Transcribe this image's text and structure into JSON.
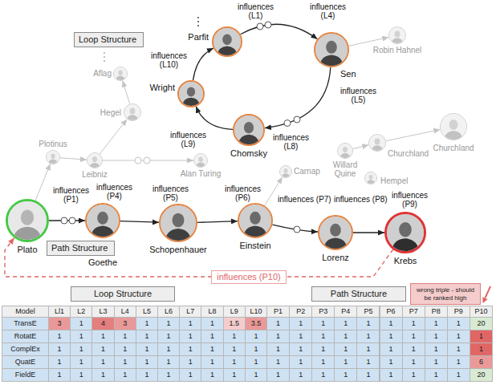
{
  "diagram": {
    "nodes": [
      {
        "text": [
          "Loop Structure"
        ]
      },
      {
        "text": [
          "Parfit"
        ]
      },
      {
        "text": [
          "Sen"
        ]
      },
      {
        "text": [
          "Robin Hahnel"
        ]
      },
      {
        "text": [
          "Aflag"
        ]
      },
      {
        "text": [
          "Wright"
        ]
      },
      {
        "text": [
          "Hegel"
        ]
      },
      {
        "text": [
          "Chomsky"
        ]
      },
      {
        "text": [
          "Churchland"
        ]
      },
      {
        "text": [
          "Churchland"
        ]
      },
      {
        "text": [
          "Willard Quine"
        ]
      },
      {
        "text": [
          "Plotinus"
        ]
      },
      {
        "text": [
          "Leibniz"
        ]
      },
      {
        "text": [
          "Alan Turing"
        ]
      },
      {
        "text": [
          "Carnap"
        ]
      },
      {
        "text": [
          "Hempel"
        ]
      },
      {
        "text": [
          "Plato"
        ]
      },
      {
        "text": [
          "Goethe"
        ]
      },
      {
        "text": [
          "Schopenhauer"
        ]
      },
      {
        "text": [
          "Einstein"
        ]
      },
      {
        "text": [
          "Lorenz"
        ]
      },
      {
        "text": [
          "Krebs"
        ]
      },
      {
        "text": [
          "Path Structure"
        ]
      },
      {
        "text": [
          "Loop Structure"
        ]
      },
      {
        "text": [
          "Path Structure"
        ]
      },
      {
        "text": [
          "wrong triple - should be ranked high"
        ]
      }
    ],
    "edges": [
      {
        "from": 1,
        "to": 2,
        "label": "influences (L1)",
        "arrow": "to"
      },
      {
        "from": 2,
        "to": 7,
        "label": "influences (L5)",
        "arrow": "to"
      },
      {
        "from": 7,
        "to": 5,
        "label": "influences (L9)",
        "arrow": "to"
      },
      {
        "from": 5,
        "to": 1,
        "label": "influences (L10)",
        "arrow": "to"
      },
      {
        "from": 16,
        "to": 17,
        "label": "influences (P1)",
        "arrow": "to"
      },
      {
        "from": 17,
        "to": 18,
        "label": "influences (P5)",
        "arrow": "to"
      },
      {
        "from": 18,
        "to": 19,
        "label": "influences (P6)",
        "arrow": "to"
      },
      {
        "from": 19,
        "to": 20,
        "label": "influences (P7)",
        "arrow": "to"
      },
      {
        "from": 20,
        "to": 21,
        "label": "influences (P9)",
        "arrow": "to"
      },
      {
        "from": 21,
        "to": 16,
        "label": "influences (P10)",
        "arrow": "to"
      },
      {
        "from": 2,
        "to": 3,
        "arrow": "to"
      },
      {
        "from": 16,
        "to": 11,
        "arrow": "to"
      },
      {
        "from": 11,
        "to": 12,
        "arrow": "to"
      },
      {
        "from": 12,
        "to": 6,
        "arrow": "to"
      },
      {
        "from": 6,
        "to": 4,
        "arrow": "to"
      },
      {
        "from": 12,
        "to": 13,
        "arrow": "to"
      },
      {
        "from": 10,
        "to": 9,
        "arrow": "to"
      },
      {
        "from": 9,
        "to": 8,
        "arrow": "to"
      },
      {
        "from": 19,
        "to": 14,
        "arrow": "to"
      }
    ],
    "labels": [
      "influences (L4)",
      "influences (L8)",
      "influences (P4)",
      "influences (P8)",
      "Model",
      "Ll1",
      "L2",
      "L3",
      "L4",
      "L5",
      "L6",
      "L7",
      "L8",
      "L9",
      "L10",
      "P1",
      "P2",
      "P3",
      "P4",
      "P5",
      "P6",
      "P7",
      "P8",
      "P9",
      "P10",
      "TransE",
      "3",
      "1",
      "4",
      "3",
      "1",
      "1",
      "1",
      "1",
      "1.5",
      "3.5",
      "1",
      "1",
      "1",
      "1",
      "1",
      "1",
      "1",
      "1",
      "1",
      "20",
      "RotatE",
      "1",
      "1",
      "1",
      "1",
      "1",
      "1",
      "1",
      "1",
      "1",
      "1",
      "1",
      "1",
      "1",
      "1",
      "1",
      "1",
      "1",
      "1",
      "1",
      "1",
      "ComplEx",
      "1",
      "1",
      "1",
      "1",
      "1",
      "1",
      "1",
      "1",
      "1",
      "1",
      "1",
      "1",
      "1",
      "1",
      "1",
      "1",
      "1",
      "1",
      "1",
      "1",
      "QuatE",
      "1",
      "1",
      "1",
      "1",
      "1",
      "1",
      "1",
      "1",
      "1",
      "1",
      "1",
      "1",
      "1",
      "1",
      "1",
      "1",
      "1",
      "1",
      "1",
      "6",
      "FieldE",
      "1",
      "1",
      "1",
      "1",
      "1",
      "1",
      "1",
      "1",
      "1",
      "1",
      "1",
      "1",
      "1",
      "1",
      "1",
      "1",
      "1",
      "1",
      "1",
      "20"
    ]
  }
}
